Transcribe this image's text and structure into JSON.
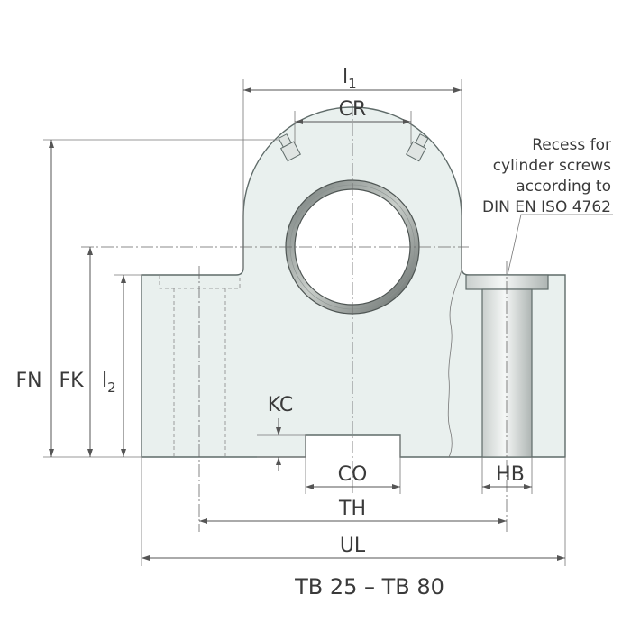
{
  "dimensions": {
    "l1": "l",
    "l1_sub": "1",
    "cr": "CR",
    "fn": "FN",
    "fk": "FK",
    "l2": "l",
    "l2_sub": "2",
    "kc": "KC",
    "co": "CO",
    "th": "TH",
    "ul": "UL",
    "hb": "HB"
  },
  "note": {
    "line1": "Recess for",
    "line2": "cylinder screws",
    "line3": "according to",
    "line4": "DIN EN ISO 4762"
  },
  "caption": "TB 25 – TB 80"
}
